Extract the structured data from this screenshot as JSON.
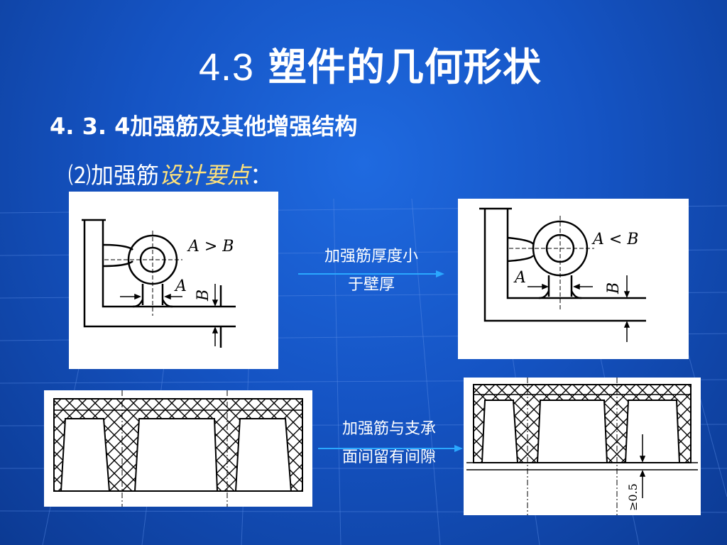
{
  "slide": {
    "title_num": "4.3",
    "title_text": "塑件的几何形状",
    "subtitle": "4. 3. 4加强筋及其他增强结构",
    "point_prefix": "⑵加强筋",
    "point_highlight": "设计要点",
    "point_suffix": "："
  },
  "figures": {
    "fig1": {
      "label_ab": "A > B",
      "label_a": "A",
      "label_b": "B"
    },
    "fig2": {
      "label_ab": "A < B",
      "label_a": "A",
      "label_b": "B"
    },
    "fig4": {
      "label_gap": "≥0.5"
    }
  },
  "notes": {
    "note1_line1": "加强筋厚度小",
    "note1_line2": "于壁厚",
    "note2_line1": "加强筋与支承",
    "note2_line2": "面间留有间隙"
  },
  "colors": {
    "background": "#1554c4",
    "highlight": "#ffe27a",
    "text": "#ffffff"
  }
}
